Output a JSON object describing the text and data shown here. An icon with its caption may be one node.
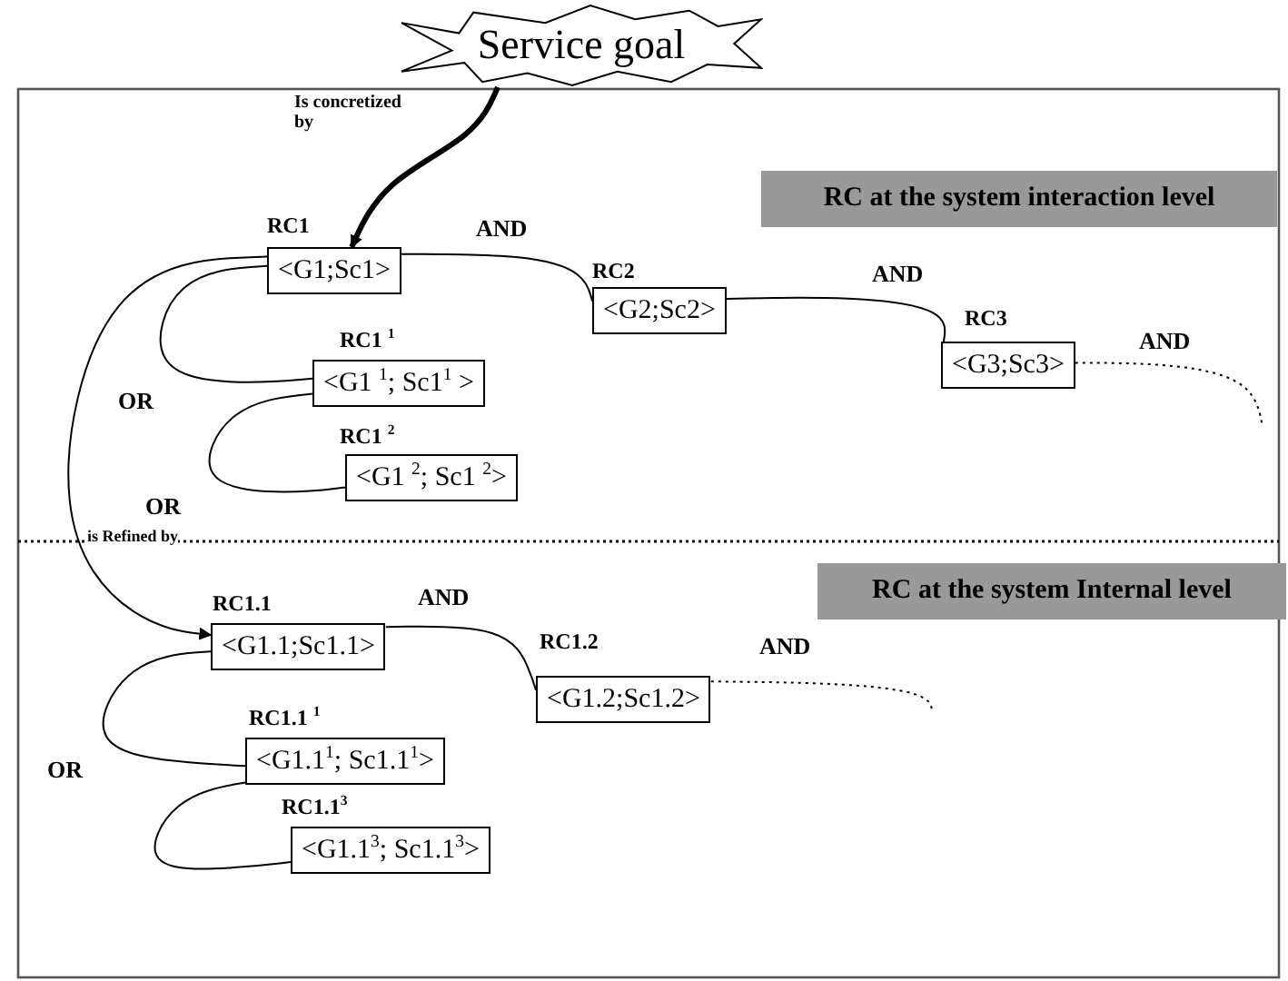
{
  "diagram": {
    "nodes": [
      {
        "text": [
          "Service goal"
        ]
      },
      {
        "text": [
          "RC at the system interaction level"
        ]
      },
      {
        "text": [
          "RC1",
          "<G1;Sc1>"
        ]
      },
      {
        "text": [
          "RC2",
          "<G2;Sc2>"
        ]
      },
      {
        "text": [
          "RC3",
          "<G3;Sc3>"
        ]
      },
      {
        "text": [
          "RC1 $^{1}$",
          "<G1 $^{1}$; Sc1$^{1}$ >"
        ]
      },
      {
        "text": [
          "RC1 $^{2}$",
          "<G1 $^{2}$; Sc1 $^{2}$>"
        ]
      },
      {
        "text": [
          "RC at the system Internal level"
        ]
      },
      {
        "text": [
          "RC1.1",
          "<G1.1;Sc1.1>"
        ]
      },
      {
        "text": [
          "RC1.2",
          "<G1.2;Sc1.2>"
        ]
      },
      {
        "text": [
          "RC1.1 $^{1}$",
          "<G1.1$^{1}$; Sc1.1$^{1}$>"
        ]
      },
      {
        "text": [
          "RC1.1$^{3}$",
          "<G1.1$^{3}$; Sc1.1$^{3}$>"
        ]
      }
    ],
    "edges": [
      {
        "from": 0,
        "to": 2,
        "arrow": "to",
        "label": "Is concretized by",
        "style": "thick"
      },
      {
        "from": 2,
        "to": 3,
        "arrow": "none",
        "label": "AND"
      },
      {
        "from": 3,
        "to": 4,
        "arrow": "none",
        "label": "AND"
      },
      {
        "from": 4,
        "to": null,
        "arrow": "none",
        "label": "AND",
        "style": "dashed"
      },
      {
        "from": 2,
        "to": 5,
        "arrow": "none",
        "label": "OR"
      },
      {
        "from": 5,
        "to": 6,
        "arrow": "none",
        "label": "OR"
      },
      {
        "from": 2,
        "to": 8,
        "arrow": "to",
        "label": "is Refined by"
      },
      {
        "from": 8,
        "to": 9,
        "arrow": "none",
        "label": "AND"
      },
      {
        "from": 9,
        "to": null,
        "arrow": "none",
        "label": "AND",
        "style": "dashed"
      },
      {
        "from": 8,
        "to": 10,
        "arrow": "none",
        "label": "OR"
      },
      {
        "from": 10,
        "to": 11,
        "arrow": "none"
      }
    ]
  }
}
